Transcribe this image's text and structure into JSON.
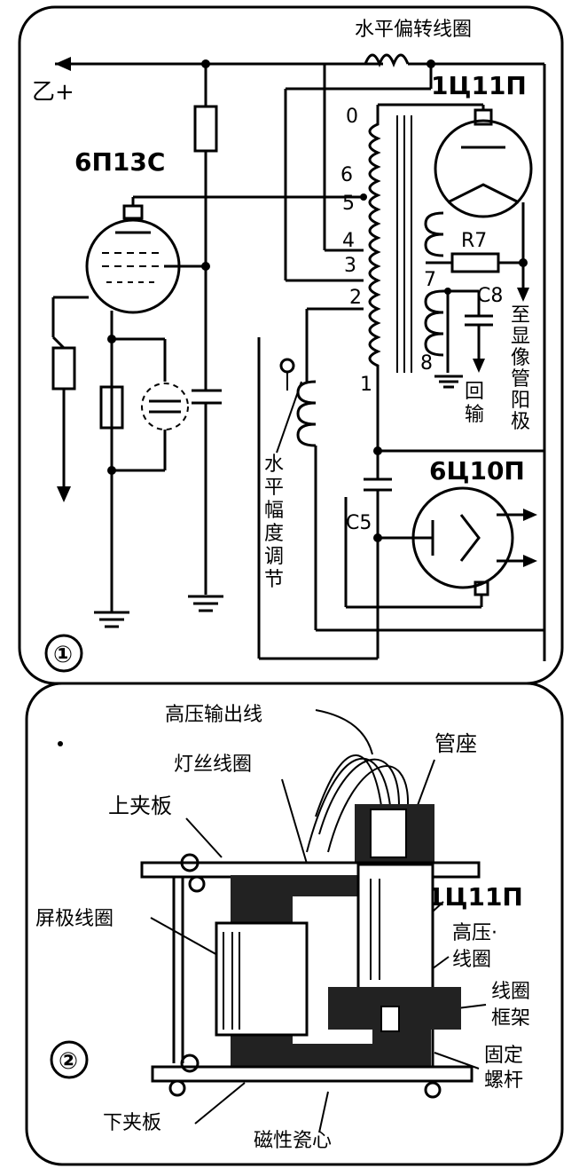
{
  "panel1": {
    "number": "①",
    "supply_label": "乙+",
    "tube_left": "6П13С",
    "deflection_coil_label": "水平偏转线圈",
    "tube_top_right": "1Ц11П",
    "pins": [
      "0",
      "6",
      "5",
      "4",
      "3",
      "2",
      "1",
      "7",
      "8"
    ],
    "r7": "R7",
    "c8": "C8",
    "c5": "C5",
    "to_picture_tube": [
      "至",
      "显",
      "像",
      "管",
      "阳",
      "极"
    ],
    "return_label": [
      "回",
      "输"
    ],
    "width_adjust": [
      "水",
      "平",
      "幅",
      "度",
      "调",
      "节"
    ],
    "damper_tube": "6Ц10П"
  },
  "panel2": {
    "number": "②",
    "hv_output": "高压输出线",
    "tube_socket": "管座",
    "filament_coil": "灯丝线圈",
    "upper_plate": "上夹板",
    "plate_coil": "屏极线圈",
    "tube_label": "1Ц11П",
    "hv_coil": [
      "高压·",
      "线圈"
    ],
    "coil_frame": [
      "线圈",
      "框架"
    ],
    "fixing_bolt": [
      "固定",
      "螺杆"
    ],
    "lower_plate": "下夹板",
    "magnetic_core": "磁性瓷心"
  }
}
